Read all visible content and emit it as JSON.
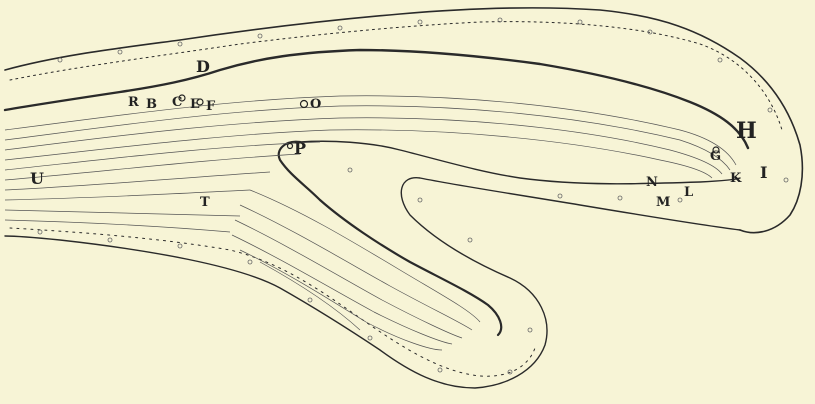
{
  "figure": {
    "labels": {
      "D": "D",
      "R": "R",
      "B": "B",
      "C": "C",
      "E": "E",
      "F": "F",
      "O": "O",
      "P": "P",
      "H": "H",
      "G": "G",
      "I": "I",
      "K": "K",
      "N": "N",
      "L": "L",
      "M": "M",
      "U": "U",
      "T": "T"
    },
    "colors": {
      "paper": "#f7f4d6",
      "ink": "#2a2a2a"
    }
  }
}
